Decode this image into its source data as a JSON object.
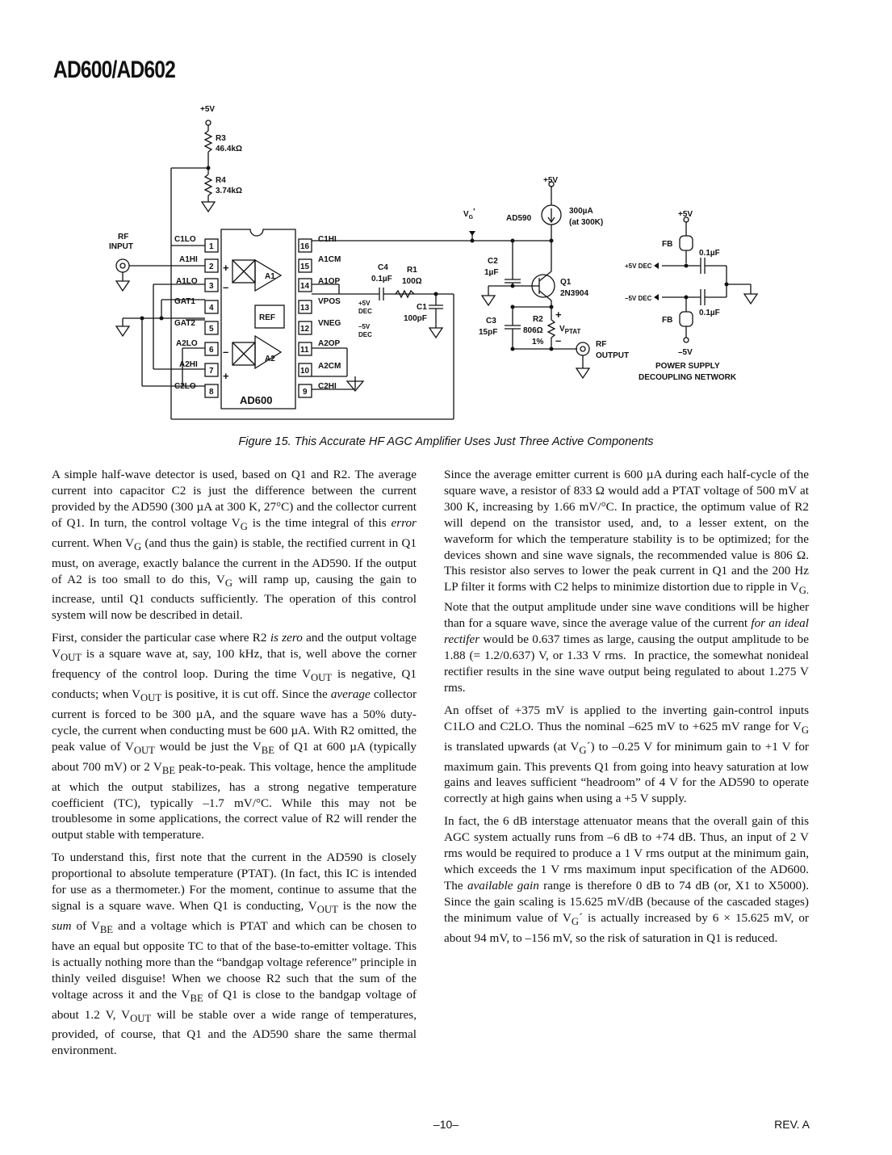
{
  "header": {
    "title": "AD600/AD602"
  },
  "figure": {
    "caption": "Figure 15. This Accurate HF AGC Amplifier Uses Just Three Active Components",
    "labels": {
      "plus5v_top": "+5V",
      "r3": "R3",
      "r3_val": "46.4kΩ",
      "r4": "R4",
      "r4_val": "3.74kΩ",
      "rf_input_1": "RF",
      "rf_input_2": "INPUT",
      "pin_c1lo": "C1LO",
      "pin_a1hi": "A1HI",
      "pin_a1lo": "A1LO",
      "pin_gat1": "GAT1",
      "pin_gat2": "GAT2",
      "pin_a2lo": "A2LO",
      "pin_a2hi": "A2HI",
      "pin_c2lo": "C2LO",
      "pin_c1hi": "C1HI",
      "pin_a1cm": "A1CM",
      "pin_a1op": "A1OP",
      "pin_vpos": "VPOS",
      "pin_vneg": "VNEG",
      "pin_a2op": "A2OP",
      "pin_a2cm": "A2CM",
      "pin_c2hi": "C2HI",
      "n1": "1",
      "n2": "2",
      "n3": "3",
      "n4": "4",
      "n5": "5",
      "n6": "6",
      "n7": "7",
      "n8": "8",
      "n9": "9",
      "n10": "10",
      "n11": "11",
      "n12": "12",
      "n13": "13",
      "n14": "14",
      "n15": "15",
      "n16": "16",
      "a1": "A1",
      "a2": "A2",
      "ref": "REF",
      "chip": "AD600",
      "plus": "+",
      "minus": "–",
      "dec_p1": "+5V",
      "dec_p2": "DEC",
      "dec_n1": "–5V",
      "dec_n2": "DEC",
      "c4": "C4",
      "c4_val": "0.1µF",
      "r1": "R1",
      "r1_val": "100Ω",
      "c1": "C1",
      "c1_val": "100pF",
      "vg": "V",
      "vg_sub": "G",
      "vg_prime": "'",
      "ad590": "AD590",
      "plus5v_ad590": "+5V",
      "i300": "300µA",
      "at300k": "(at 300K)",
      "c2": "C2",
      "c2_val": "1µF",
      "q1": "Q1",
      "q1_val": "2N3904",
      "c3": "C3",
      "c3_val": "15pF",
      "r2": "R2",
      "r2_val": "806Ω",
      "r2_tol": "1%",
      "vptat": "V",
      "vptat_sub": "PTAT",
      "rf_out_1": "RF",
      "rf_out_2": "OUTPUT",
      "ps_p5v": "+5V",
      "fb1": "FB",
      "cap1": "0.1µF",
      "p5dec": "+5V DEC",
      "m5dec": "–5V DEC",
      "cap2": "0.1µF",
      "fb2": "FB",
      "ps_m5v": "–5V",
      "ps_title1": "POWER SUPPLY",
      "ps_title2": "DECOUPLING NETWORK"
    }
  },
  "body": {
    "left": [
      "A simple half-wave detector is used, based on Q1 and R2. The average current into capacitor C2 is just the difference between the current provided by the AD590 (300 µA at 300 K, 27°C) and the collector current of Q1. In turn, the control voltage V<sub>G</sub> is the time integral of this <i>error</i> current. When V<sub>G</sub> (and thus the gain) is stable, the rectified current in Q1 must, on average, exactly balance the current in the AD590. If the output of A2 is too small to do this, V<sub>G</sub> will ramp up, causing the gain to increase, until Q1 conducts sufficiently. The operation of this control system will now be described in detail.",
      "First, consider the particular case where R2 <i>is zero</i> and the output voltage V<sub>OUT</sub> is a square wave at, say, 100 kHz, that is, well above the corner frequency of the control loop. During the time V<sub>OUT</sub> is negative, Q1 conducts; when V<sub>OUT</sub> is positive, it is cut off. Since the <i>average</i> collector current is forced to be 300 µA, and the square wave has a 50% duty-cycle, the current when conducting must be 600 µA. With R2 omitted, the peak value of V<sub>OUT</sub> would be just the V<sub>BE</sub> of Q1 at 600 µA (typically about 700 mV) or 2 V<sub>BE</sub> peak-to-peak. This voltage, hence the amplitude at which the output stabilizes, has a strong negative temperature coefficient (TC), typically –1.7 mV/°C. While this may not be troublesome in some applications, the correct value of R2 will render the output stable with temperature.",
      "To understand this, first note that the current in the AD590 is closely proportional to absolute temperature (PTAT). (In fact, this IC is intended for use as a thermometer.) For the moment, continue to assume that the signal is a square wave. When Q1 is conducting, V<sub>OUT</sub> is the now the <i>sum</i> of V<sub>BE</sub> and a voltage which is PTAT and which can be chosen to have an equal but opposite TC to that of the base-to-emitter voltage. This is actually nothing more than the “bandgap voltage reference” principle in thinly veiled disguise! When we choose R2 such that the sum of the voltage across it and the V<sub>BE</sub> of Q1 is close to the bandgap voltage of about 1.2 V, V<sub>OUT</sub> will be stable over a wide range of temperatures, provided, of course, that Q1 and the AD590 share the same thermal environment."
    ],
    "right": [
      "Since the average emitter current is 600 µA during each half-cycle of the square wave, a resistor of 833 Ω would add a PTAT voltage of 500 mV at 300 K, increasing by 1.66 mV/°C. In practice, the optimum value of R2 will depend on the transistor used, and, to a lesser extent, on the waveform for which the temperature stability is to be optimized; for the devices shown and sine wave signals, the recommended value is 806 Ω. This resistor also serves to lower the peak current in Q1 and the 200 Hz LP filter it forms with C2 helps to minimize distortion due to ripple in V<sub>G.</sub> Note that the output amplitude under sine wave conditions will be higher than for a square wave, since the average value of the current <i>for an ideal rectifer</i> would be 0.637 times as large, causing the output amplitude to be 1.88 (= 1.2/0.637) V, or 1.33 V rms.&nbsp; In practice, the somewhat nonideal rectifier results in the sine wave output being regulated to about 1.275 V rms.",
      "An offset of +375 mV is applied to the inverting gain-control inputs C1LO and C2LO. Thus the nominal –625 mV to +625 mV range for V<sub>G</sub> is translated upwards (at V<sub>G</sub>´) to –0.25 V for minimum gain to +1 V for maximum gain. This prevents Q1 from going into heavy saturation at low gains and leaves sufficient “headroom” of 4 V for the AD590 to operate correctly at high gains when using a +5 V supply.",
      "In fact, the 6 dB interstage attenuator means that the overall gain of this AGC system actually runs from –6 dB to +74 dB. Thus, an input of 2 V rms would be required to produce a 1 V rms output at the minimum gain, which exceeds the 1 V rms maximum input specification of the AD600. The <i>available gain</i> range is therefore 0 dB to 74 dB (or, X1 to X5000). Since the gain scaling is 15.625 mV/dB (because of the cascaded stages) the minimum value of V<sub>G</sub>´ is actually increased by 6 × 15.625 mV, or about 94 mV, to –156 mV, so the risk of saturation in Q1 is reduced."
    ]
  },
  "footer": {
    "page": "–10–",
    "rev": "REV. A"
  }
}
